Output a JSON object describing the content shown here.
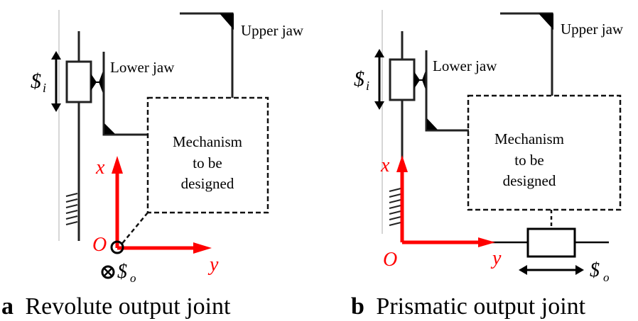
{
  "colors": {
    "axis": "#ff0000",
    "line": "#000000",
    "guide": "#c8c8c8",
    "background": "#ffffff"
  },
  "panel_a": {
    "upper_jaw_label": "Upper jaw",
    "lower_jaw_label": "Lower jaw",
    "input_screw_symbol": "$",
    "input_screw_subscript": "i",
    "mechanism_lines": [
      "Mechanism",
      "to be",
      "designed"
    ],
    "axis_x_label": "x",
    "axis_y_label": "y",
    "origin_label": "O",
    "output_screw_symbol": "$",
    "output_screw_subscript": "o",
    "output_direction_icon": "into-page-cross-icon",
    "caption_letter": "a",
    "caption_text": "Revolute output joint"
  },
  "panel_b": {
    "upper_jaw_label": "Upper jaw",
    "lower_jaw_label": "Lower jaw",
    "input_screw_symbol": "$",
    "input_screw_subscript": "i",
    "mechanism_lines": [
      "Mechanism",
      "to be",
      "designed"
    ],
    "axis_x_label": "x",
    "axis_y_label": "y",
    "origin_label": "O",
    "output_screw_symbol": "$",
    "output_screw_subscript": "o",
    "caption_letter": "b",
    "caption_text": "Prismatic output joint"
  }
}
